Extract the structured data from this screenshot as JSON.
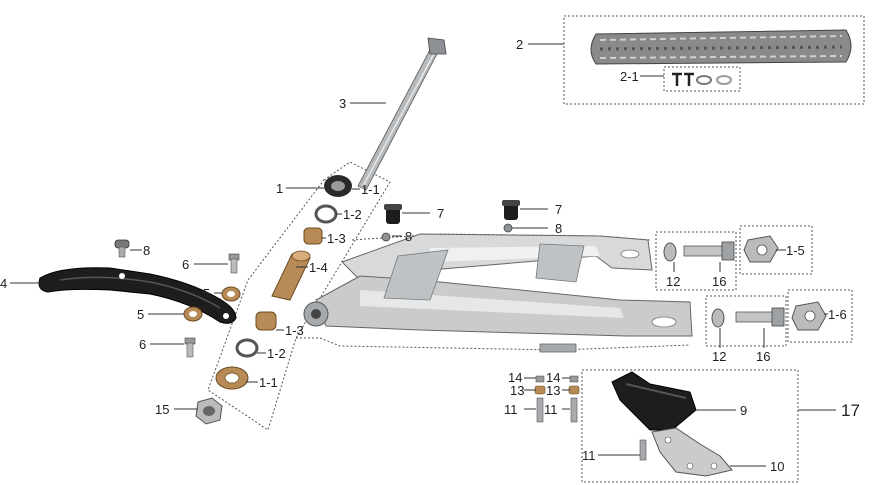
{
  "colors": {
    "frame_fill": "#c9cbcd",
    "frame_light": "#e6e7e8",
    "frame_dark": "#8e9194",
    "bronze": "#b88a55",
    "black_part": "#1d1d1d",
    "chain": "#6f6f6f",
    "leader": "#333333"
  },
  "labels": {
    "c1": "1",
    "c1_1_top": "1-1",
    "c1_2_top": "1-2",
    "c1_3_top": "1-3",
    "c1_4": "1-4",
    "c1_3_bot": "1-3",
    "c1_2_bot": "1-2",
    "c1_1_bot": "1-1",
    "c1_5": "1-5",
    "c1_6": "1-6",
    "c2": "2",
    "c2_1": "2-1",
    "c3": "3",
    "c4": "4",
    "c5_a": "5",
    "c5_b": "5",
    "c6_a": "6",
    "c6_b": "6",
    "c7_a": "7",
    "c7_b": "7",
    "c8_a": "8",
    "c8_b": "8",
    "c8_c": "8",
    "c9": "9",
    "c10": "10",
    "c11_a": "11",
    "c11_b": "11",
    "c11_c": "11",
    "c12_a": "12",
    "c12_b": "12",
    "c13_a": "13",
    "c13_b": "13",
    "c14_a": "14",
    "c14_b": "14",
    "c15": "15",
    "c16_a": "16",
    "c16_b": "16",
    "c17": "17"
  },
  "icons": {
    "swingarm": "swingarm-icon",
    "axle": "pivot-axle-icon",
    "chain": "drive-chain-icon",
    "chain_slider": "chain-slider-icon",
    "chain_guide": "chain-guide-icon",
    "guide_bracket": "chain-guide-bracket-icon",
    "adjuster": "chain-adjuster-icon",
    "bolt": "bolt-icon",
    "nut": "nut-icon",
    "washer": "washer-icon",
    "bushing": "bushing-icon",
    "seal": "seal-icon",
    "bearing": "bearing-icon"
  }
}
